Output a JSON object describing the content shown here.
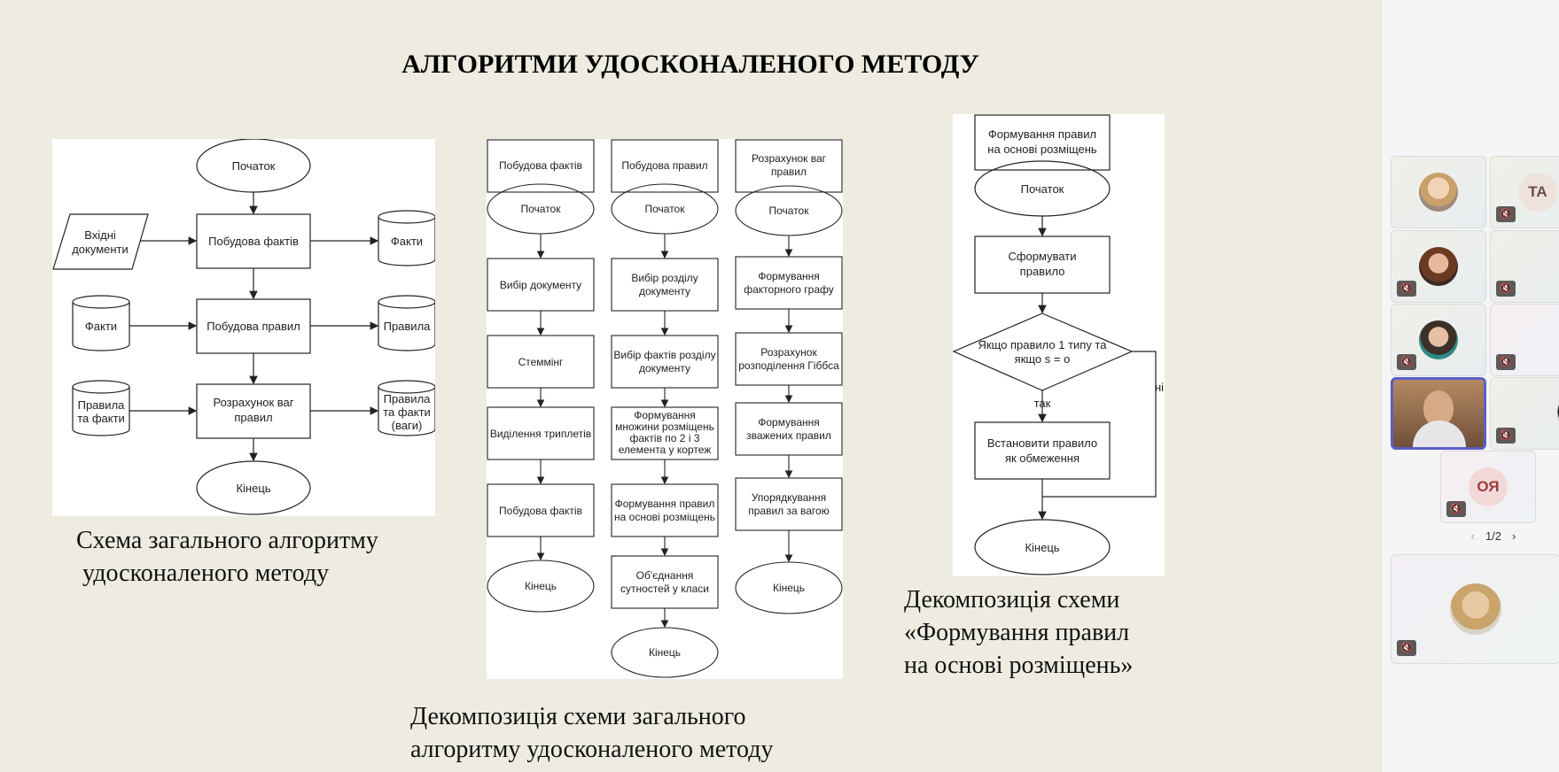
{
  "slide": {
    "title": "АЛГОРИТМИ УДОСКОНАЛЕНОГО МЕТОДУ",
    "caption_left": "Схема загального алгоритму\n удосконаленого методу",
    "caption_middle": "Декомпозиція схеми загального\nалгоритму удосконаленого методу",
    "caption_right": "Декомпозиція схеми\n«Формування правил\nна основі розміщень»"
  },
  "diagram_general": {
    "start": "Початок",
    "input_docs": [
      "Вхідні",
      "документи"
    ],
    "build_facts": "Побудова фактів",
    "facts_out": "Факти",
    "facts_in": "Факти",
    "build_rules": "Побудова правил",
    "rules_out": "Правила",
    "rules_facts_in": [
      "Правила",
      "та факти"
    ],
    "calc_weights": [
      "Розрахунок ваг",
      "правил"
    ],
    "rules_facts_out": [
      "Правила",
      "та факти",
      "(ваги)"
    ],
    "end": "Кінець"
  },
  "diagram_decomposition": {
    "col1": {
      "header": "Побудова фактів",
      "start": "Початок",
      "steps": [
        "Вибір документу",
        "Стеммінг",
        "Виділення триплетів",
        "Побудова фактів"
      ],
      "end": "Кінець"
    },
    "col2": {
      "header": "Побудова правил",
      "start": "Початок",
      "steps": [
        [
          "Вибір розділу",
          "документу"
        ],
        [
          "Вибір фактів розділу",
          "документу"
        ],
        [
          "Формування",
          "множини розміщень",
          "фактів по 2 і 3",
          "елемента у кортеж"
        ],
        [
          "Формування правил",
          "на основі розміщень"
        ],
        [
          "Об'єднання",
          "сутностей у класи"
        ]
      ],
      "end": "Кінець"
    },
    "col3": {
      "header": [
        "Розрахунок ваг",
        "правил"
      ],
      "start": "Початок",
      "steps": [
        [
          "Формування",
          "факторного графу"
        ],
        [
          "Розрахунок",
          "розподілення Гіббса"
        ],
        [
          "Формування",
          "зважених правил"
        ],
        [
          "Упорядкування",
          "правил за вагою"
        ]
      ],
      "end": "Кінець"
    }
  },
  "diagram_rules": {
    "header": [
      "Формування правил",
      "на основі розміщень"
    ],
    "start": "Початок",
    "form_rule": [
      "Сформувати",
      "правило"
    ],
    "condition": [
      "Якщо правило 1 типу та",
      "якщо s = o"
    ],
    "yes_label": "так",
    "no_label": "ні",
    "set_constraint": [
      "Встановити правило",
      "як обмеження"
    ],
    "end": "Кінець"
  },
  "participants": {
    "initials_ta": "TA",
    "initials_oya": "ОЯ",
    "pager": "1/2",
    "prev_icon": "chevron-left-icon",
    "next_icon": "chevron-right-icon",
    "mic_icon": "mic-off-icon"
  }
}
